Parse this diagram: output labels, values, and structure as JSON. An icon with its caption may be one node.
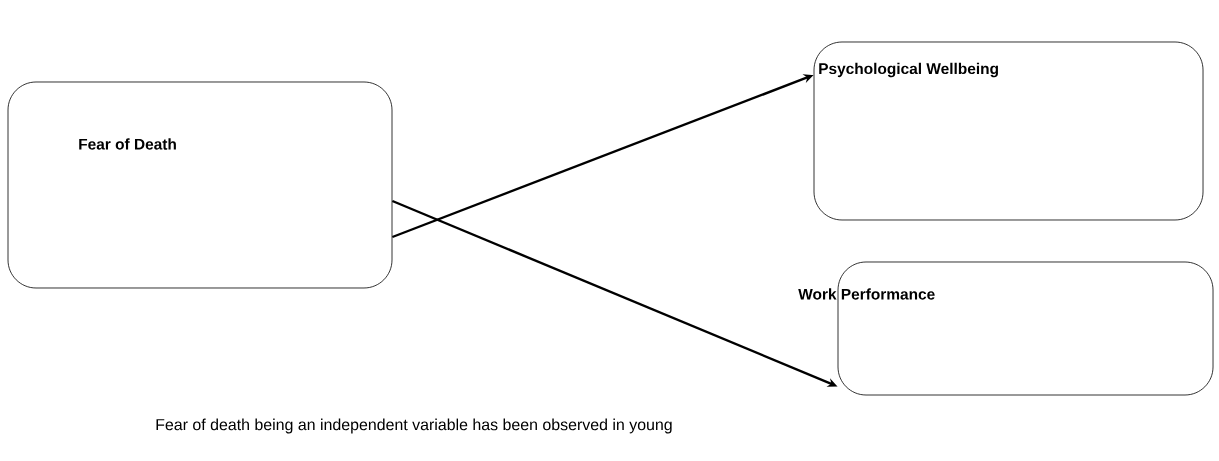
{
  "diagram": {
    "nodes": [
      {
        "text": [
          "Fear of Death"
        ]
      },
      {
        "text": [
          "Psychological Wellbeing"
        ]
      },
      {
        "text": [
          "Work Performance"
        ]
      }
    ],
    "edges": [
      {
        "from": 0,
        "to": 1,
        "arrow": "to"
      },
      {
        "from": 0,
        "to": 2,
        "arrow": "to"
      }
    ],
    "labels": [
      "Fear of death being an independent variable has been observed in young"
    ]
  }
}
